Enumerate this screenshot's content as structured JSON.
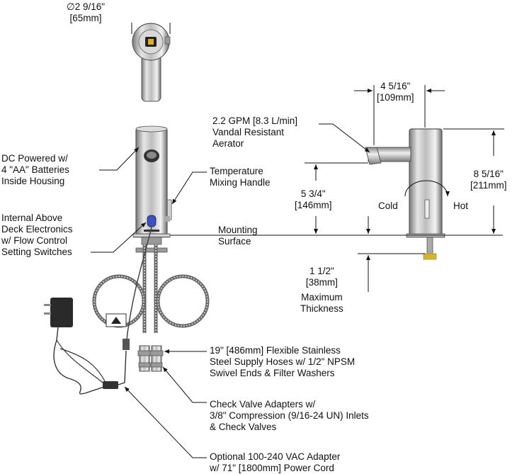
{
  "top_view": {
    "diameter": "∅2 9/16\"",
    "diameter_metric": "[65mm]"
  },
  "spout_reach": {
    "imperial": "4 5/16\"",
    "metric": "[109mm]"
  },
  "overall_height": {
    "imperial": "8 5/16\"",
    "metric": "[211mm]"
  },
  "spout_height": {
    "imperial": "5 3/4\"",
    "metric": "[146mm]"
  },
  "max_thickness": {
    "imperial": "1 1/2\"",
    "metric": "[38mm]",
    "line1": "Maximum",
    "line2": "Thickness"
  },
  "mounting_surface": {
    "line1": "Mounting",
    "line2": "Surface"
  },
  "labels": {
    "aerator": [
      "2.2 GPM [8.3 L/min]",
      "Vandal Resistant",
      "Aerator"
    ],
    "power": [
      "DC Powered w/",
      "4 \"AA\" Batteries",
      "Inside Housing"
    ],
    "handle": [
      "Temperature",
      "Mixing Handle"
    ],
    "electronics": [
      "Internal Above",
      "Deck Electronics",
      "w/ Flow Control",
      "Setting Switches"
    ],
    "hoses": [
      "19\" [486mm] Flexible Stainless",
      "Steel Supply Hoses w/ 1/2\" NPSM",
      "Swivel Ends & Filter Washers"
    ],
    "check_valves": [
      "Check Valve Adapters w/",
      "3/8\" Compression (9/16-24 UN) Inlets",
      "& Check Valves"
    ],
    "adapter": [
      "Optional 100-240 VAC Adapter",
      "w/ 71\" [1800mm] Power Cord"
    ],
    "cold": "Cold",
    "hot": "Hot"
  }
}
